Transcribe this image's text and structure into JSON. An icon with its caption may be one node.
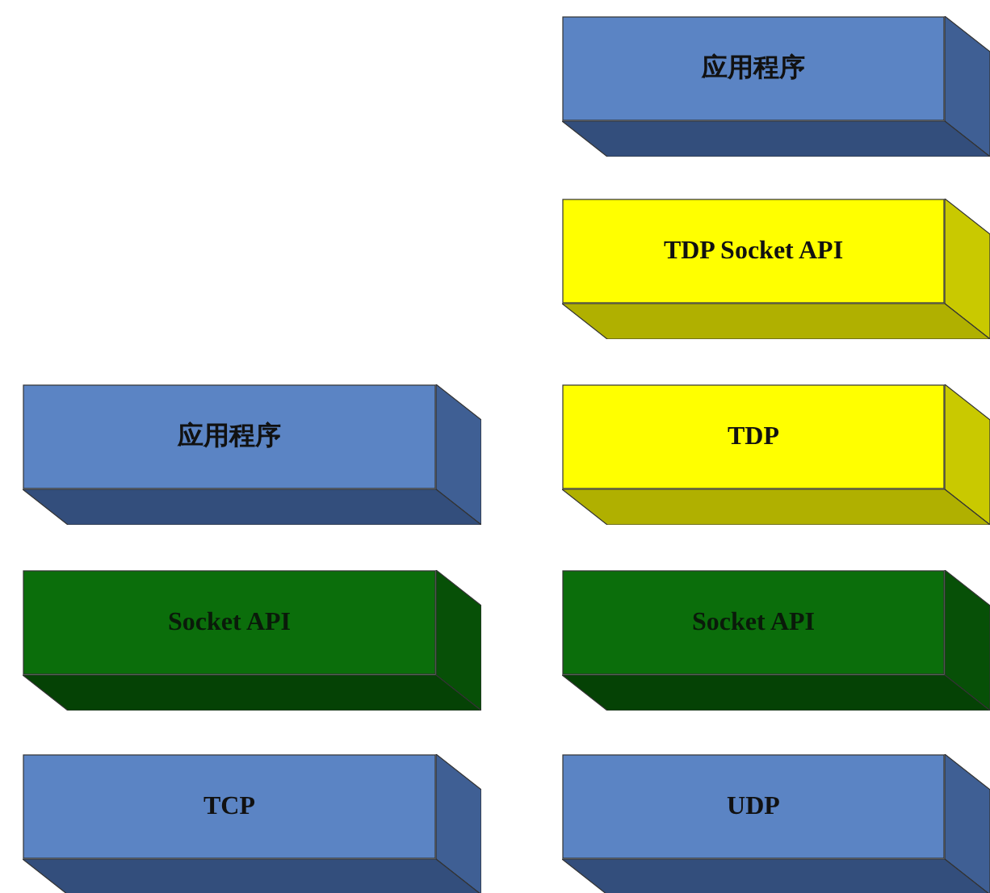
{
  "diagram": {
    "nodes": [
      {
        "text": [
          "应用程序"
        ]
      },
      {
        "text": [
          "TDP Socket API"
        ]
      },
      {
        "text": [
          "应用程序"
        ]
      },
      {
        "text": [
          "TDP"
        ]
      },
      {
        "text": [
          "Socket API"
        ]
      },
      {
        "text": [
          "Socket API"
        ]
      },
      {
        "text": [
          "TCP"
        ]
      },
      {
        "text": [
          "UDP"
        ]
      }
    ]
  }
}
